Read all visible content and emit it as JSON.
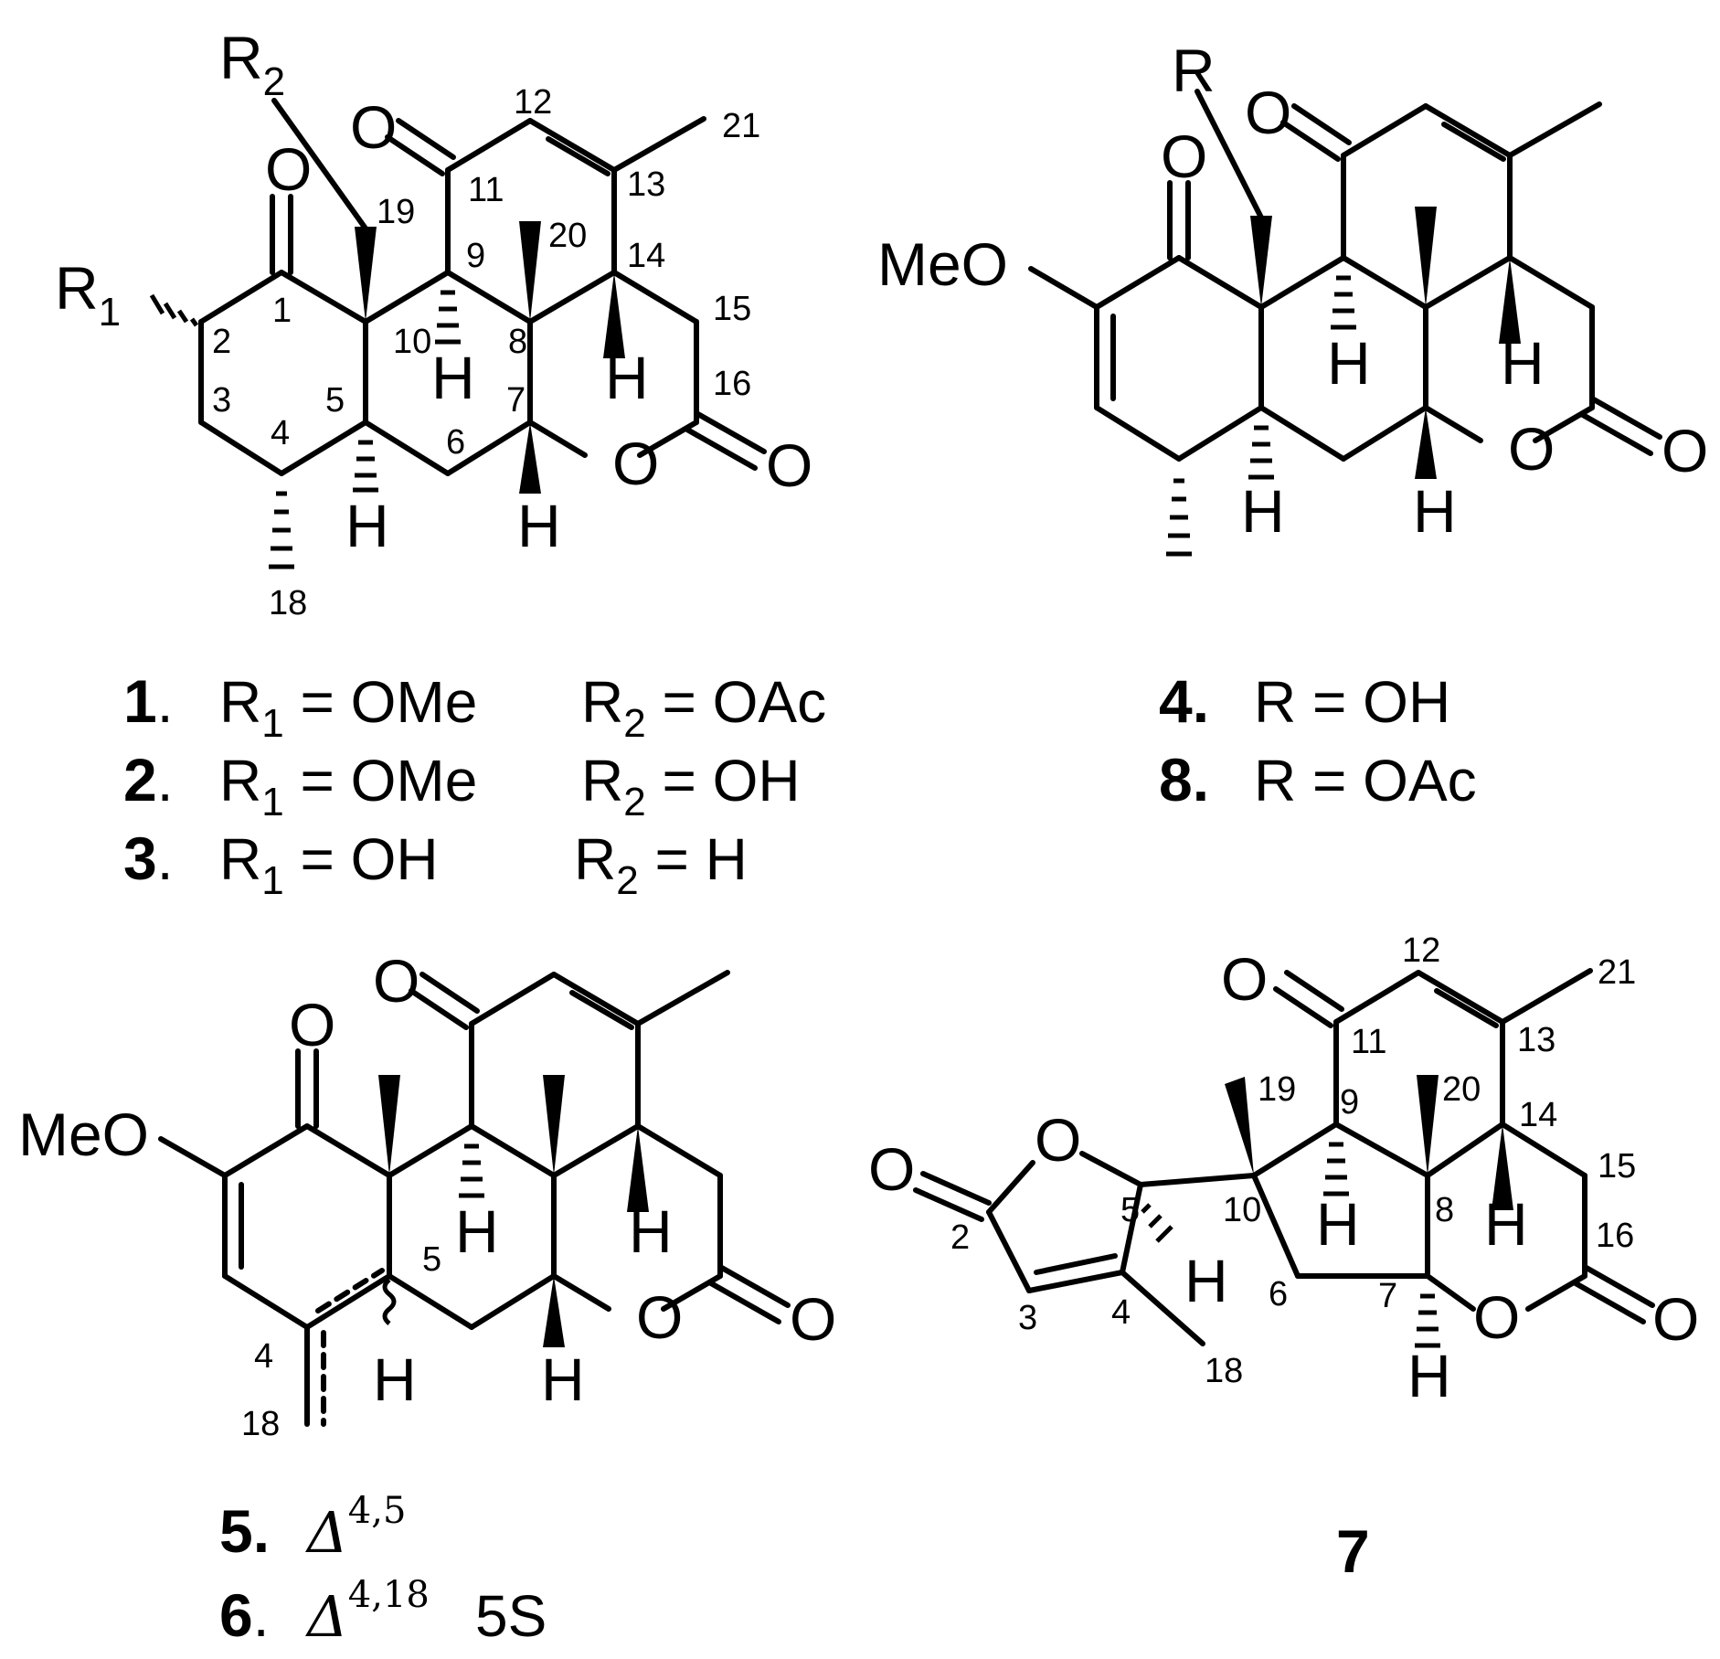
{
  "atoms": {
    "o": "O",
    "h": "H",
    "r": "R",
    "r1": "R",
    "r2": "R",
    "meo": "MeO"
  },
  "numbering_1": [
    "1",
    "2",
    "3",
    "4",
    "5",
    "6",
    "7",
    "8",
    "9",
    "10",
    "11",
    "12",
    "13",
    "14",
    "15",
    "16",
    "18",
    "19",
    "20",
    "21"
  ],
  "numbering_5": [
    "4",
    "5",
    "18"
  ],
  "numbering_7": [
    "2",
    "3",
    "4",
    "5",
    "6",
    "7",
    "8",
    "9",
    "10",
    "11",
    "12",
    "13",
    "14",
    "15",
    "16",
    "18",
    "19",
    "20",
    "21"
  ],
  "compounds_1_3": [
    {
      "id": "1",
      "r1_label": "R",
      "r1_sub": "1",
      "r1_eq": " = OMe",
      "r2_label": "R",
      "r2_sub": "2",
      "r2_eq": " = OAc"
    },
    {
      "id": "2",
      "r1_label": "R",
      "r1_sub": "1",
      "r1_eq": " = OMe",
      "r2_label": "R",
      "r2_sub": "2",
      "r2_eq": " = OH"
    },
    {
      "id": "3",
      "r1_label": "R",
      "r1_sub": "1",
      "r1_eq": " = OH",
      "r2_label": "R",
      "r2_sub": "2",
      "r2_eq": " = H"
    }
  ],
  "compounds_4_8": [
    {
      "id": "4.",
      "text": "R = OH"
    },
    {
      "id": "8.",
      "text": "R = OAc"
    }
  ],
  "compounds_5_6": [
    {
      "id": "5.",
      "delta": "Δ",
      "sup": "4,5",
      "extra": ""
    },
    {
      "id": "6",
      "delta": "Δ",
      "sup": "4,18",
      "extra": "5S"
    }
  ],
  "compound_7": {
    "id": "7"
  }
}
